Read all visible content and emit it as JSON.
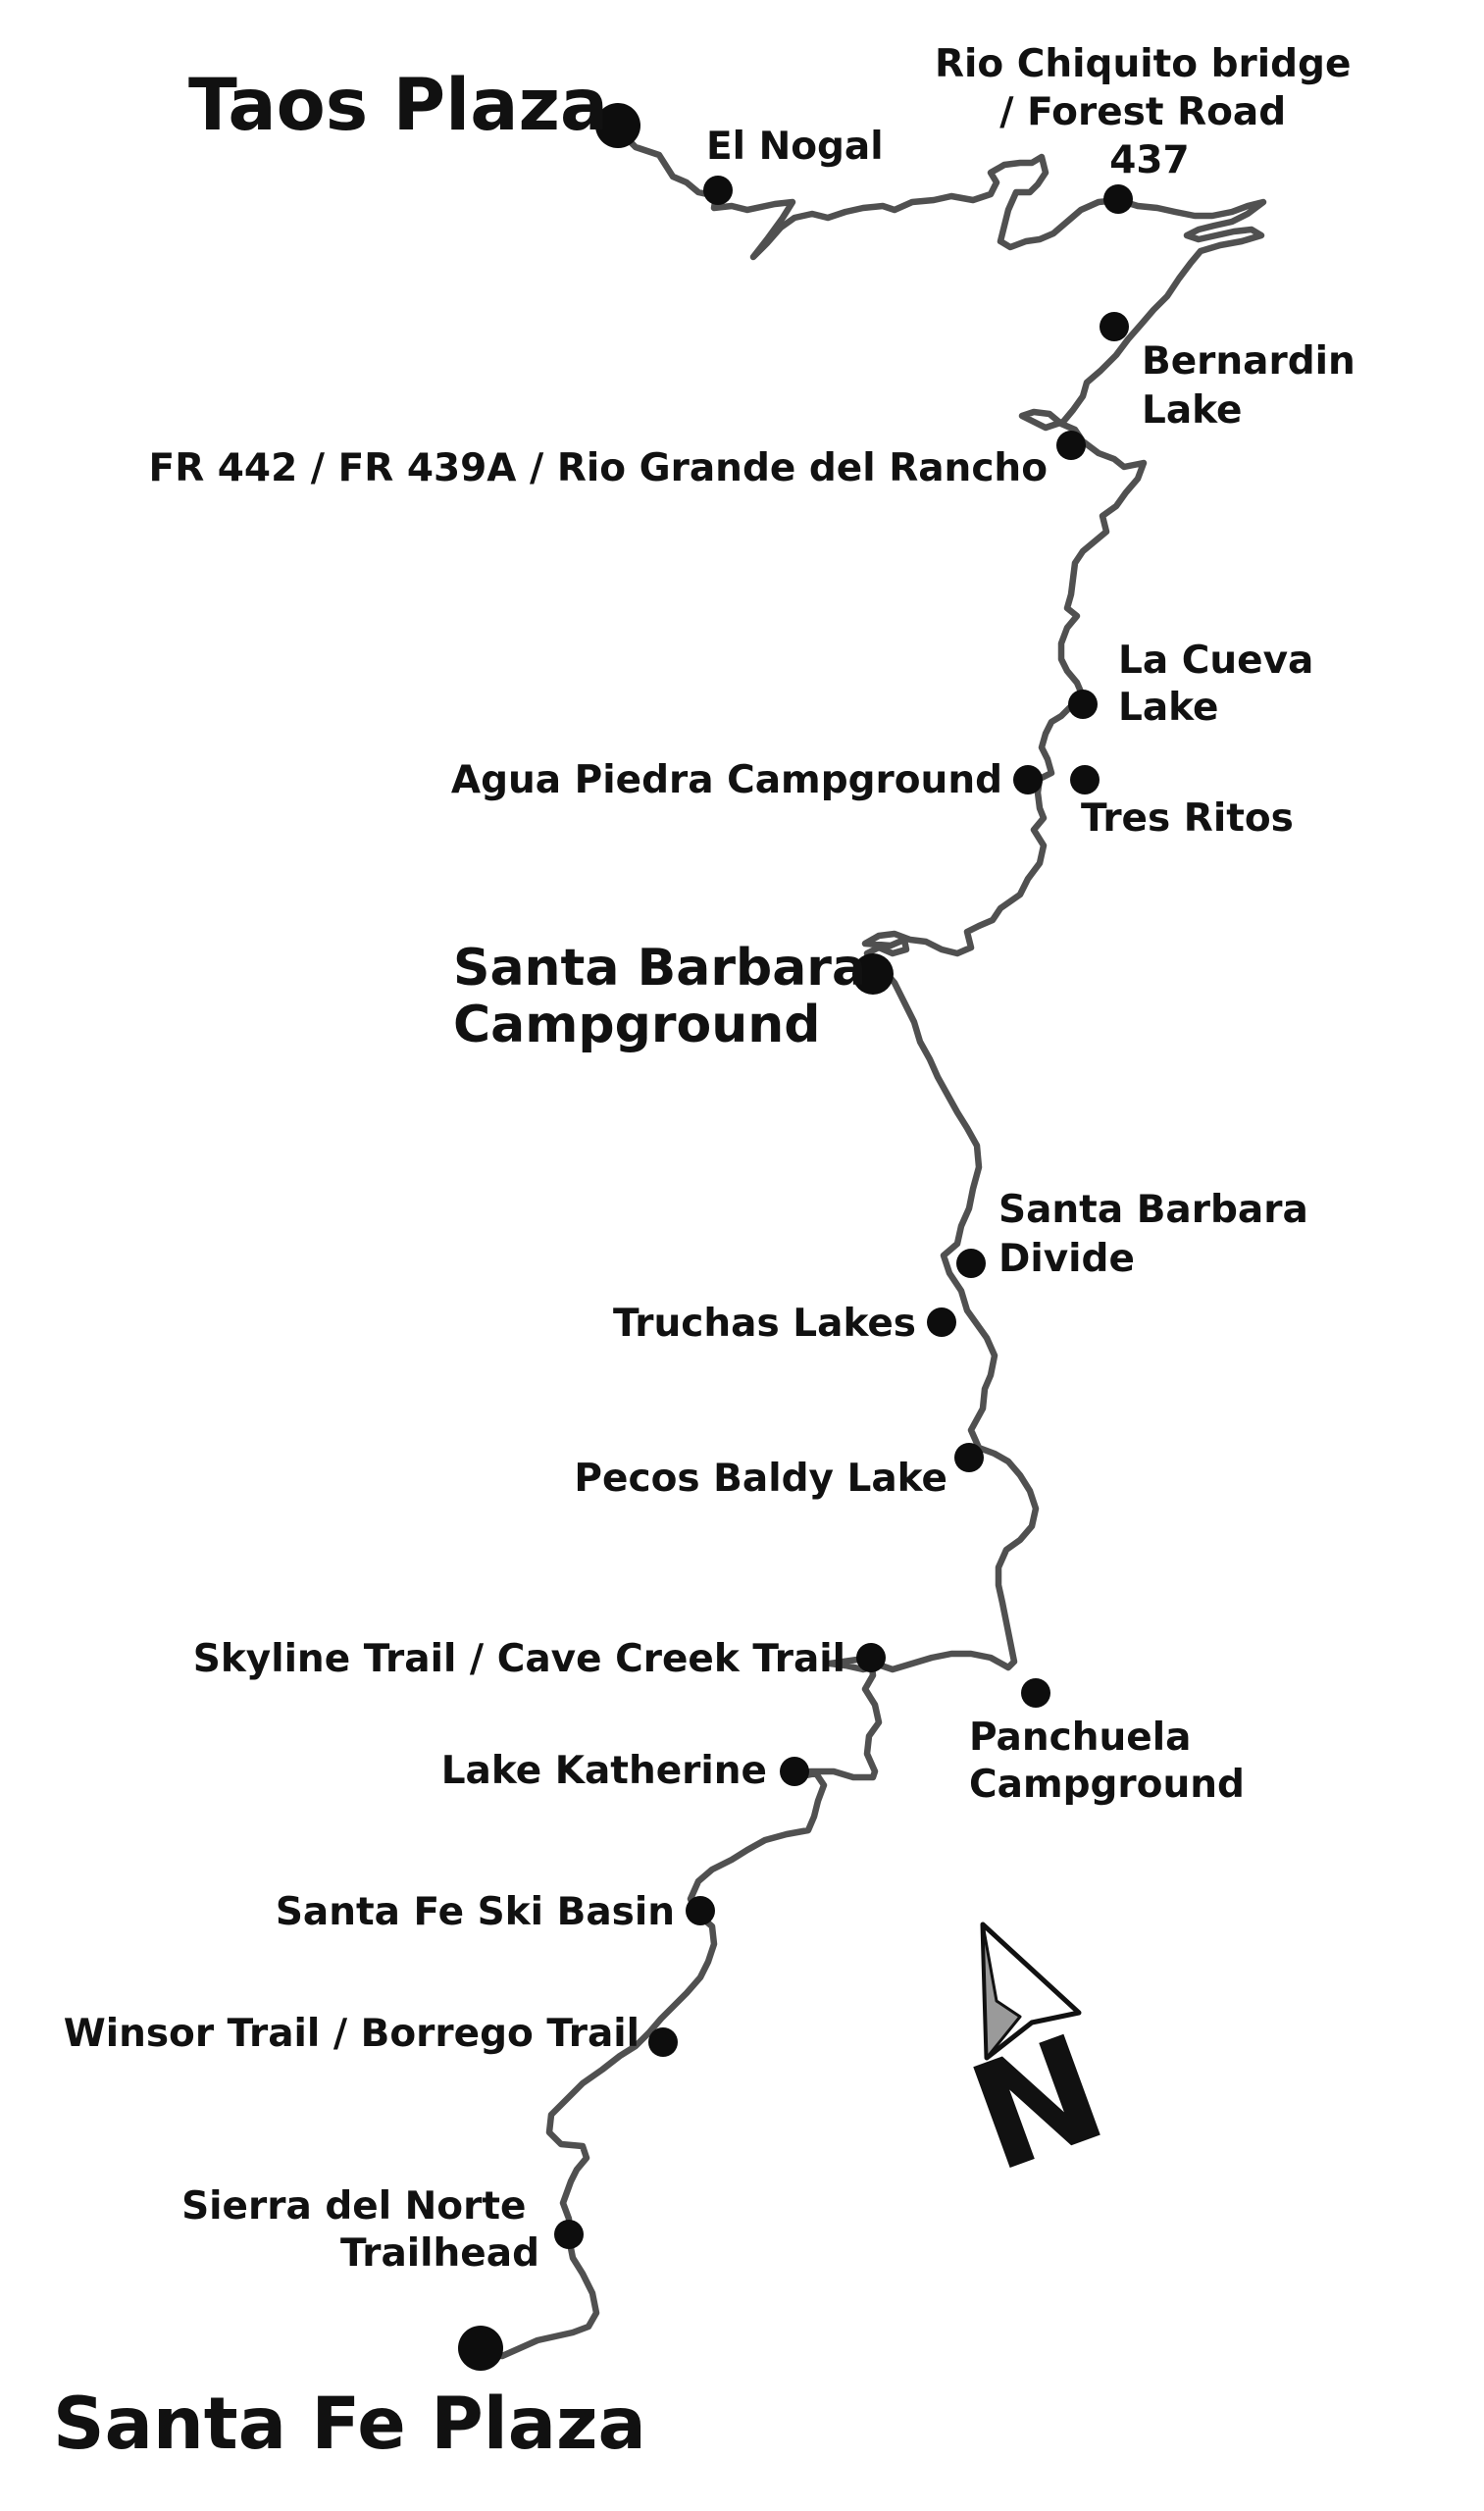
{
  "map": {
    "colors": {
      "trail": "#505050",
      "marker": "#0d0d0d",
      "text": "#111111",
      "background": "#ffffff"
    },
    "compass_letter": "N",
    "icons": [
      "north-arrow-icon"
    ],
    "places": {
      "taos_plaza": "Taos Plaza",
      "el_nogal": "El Nogal",
      "rio_chiquito": [
        "Rio Chiquito bridge",
        "/ Forest Road",
        "437"
      ],
      "bernardin_lake": [
        "Bernardin",
        "Lake"
      ],
      "fr442": "FR 442 / FR 439A / Rio Grande del Rancho",
      "la_cueva_lake": [
        "La Cueva",
        "Lake"
      ],
      "agua_piedra": "Agua Piedra Campground",
      "tres_ritos": "Tres Ritos",
      "santa_barbara_campground": [
        "Santa Barbara",
        "Campground"
      ],
      "santa_barbara_divide": [
        "Santa Barbara",
        "Divide"
      ],
      "truchas_lakes": "Truchas Lakes",
      "pecos_baldy_lake": "Pecos Baldy Lake",
      "skyline_trail": "Skyline Trail / Cave Creek Trail",
      "panchuela": [
        "Panchuela",
        "Campground"
      ],
      "lake_katherine": "Lake Katherine",
      "santa_fe_ski_basin": "Santa Fe Ski Basin",
      "winsor_trail": "Winsor Trail / Borrego Trail",
      "sierra_del_norte": [
        "Sierra del Norte",
        "Trailhead"
      ],
      "santa_fe_plaza": "Santa Fe Plaza"
    }
  }
}
